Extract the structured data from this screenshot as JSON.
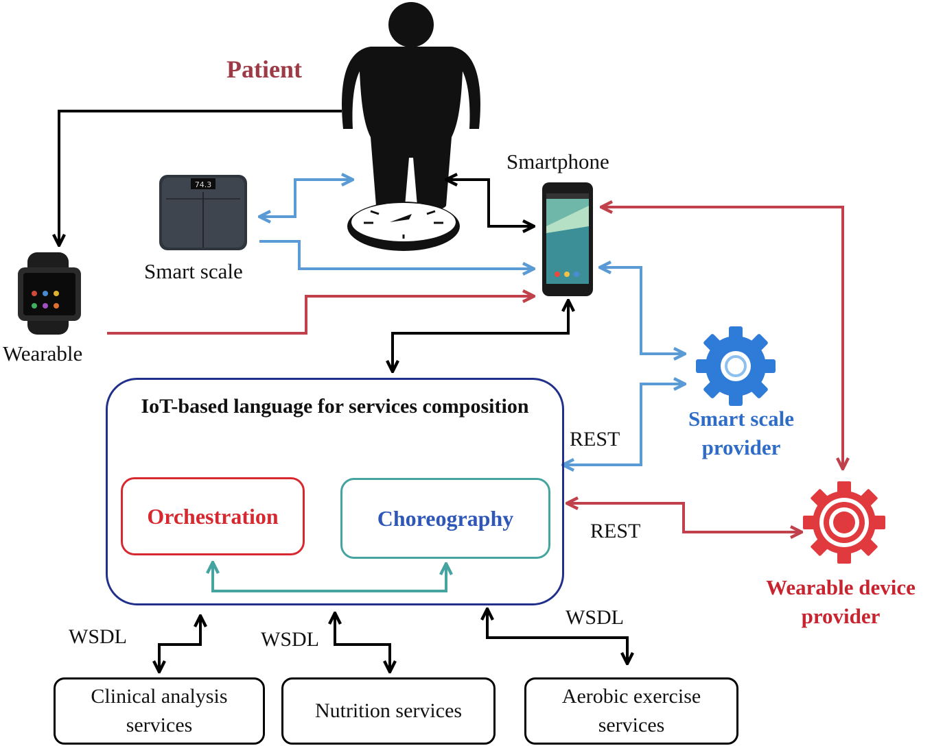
{
  "labels": {
    "patient": "Patient",
    "smartphone": "Smartphone",
    "smart_scale": "Smart scale",
    "wearable": "Wearable",
    "smart_scale_provider": "Smart scale provider",
    "wearable_device_provider": "Wearable device provider",
    "rest_1": "REST",
    "rest_2": "REST",
    "wsdl_1": "WSDL",
    "wsdl_2": "WSDL",
    "wsdl_3": "WSDL",
    "scale_display": "74.3"
  },
  "platform": {
    "title": "IoT-based language  for services composition",
    "orchestration": "Orchestration",
    "choreography": "Choreography"
  },
  "services": {
    "clinical": "Clinical  analysis services",
    "nutrition": "Nutrition  services",
    "aerobic": "Aerobic exercise services"
  },
  "colors": {
    "blue_arrow": "#5b9bd5",
    "red_arrow": "#c0414b",
    "teal_arrow": "#45a3a0",
    "black_arrow": "#000000",
    "iot_border": "#1f2f8a",
    "orchestration": "#d6282e",
    "choreography": "#2e57b8",
    "smart_scale_provider": "#2e6cc7",
    "wearable_device_provider": "#c8242f",
    "patient_label": "#9c3a46"
  },
  "icons": [
    "patient-silhouette-icon",
    "bathroom-scale-icon",
    "smart-scale-device-icon",
    "smartwatch-icon",
    "smartphone-icon",
    "blue-gear-icon",
    "red-gear-icon"
  ]
}
